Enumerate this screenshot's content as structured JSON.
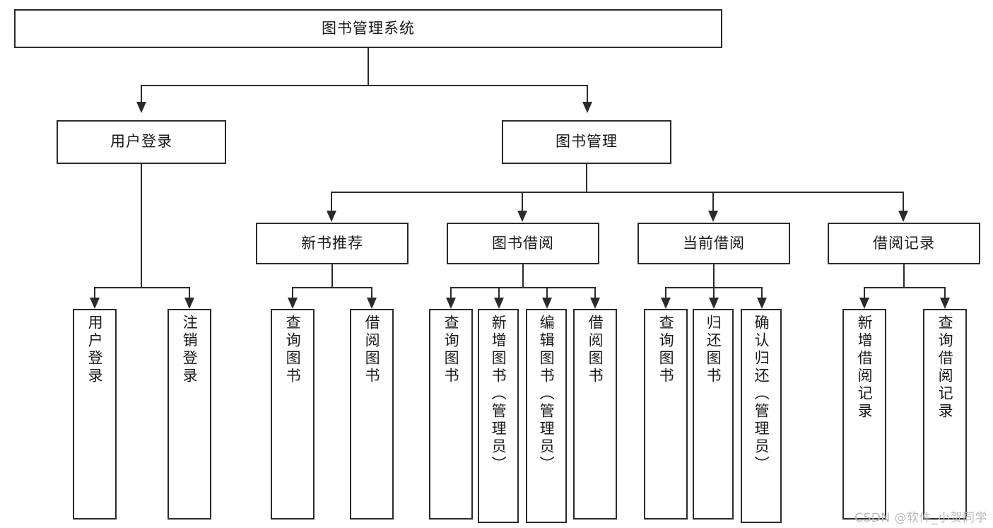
{
  "diagram": {
    "title": "图书管理系统",
    "type": "tree-hierarchy-chart",
    "watermark": "CSDN @软件_小贺同学",
    "root": {
      "label": "图书管理系统"
    },
    "level2": [
      {
        "label": "用户登录"
      },
      {
        "label": "图书管理"
      }
    ],
    "level3": [
      {
        "label": "新书推荐"
      },
      {
        "label": "图书借阅"
      },
      {
        "label": "当前借阅"
      },
      {
        "label": "借阅记录"
      }
    ],
    "leaves": {
      "user_login": [
        {
          "label": "用户登录"
        },
        {
          "label": "注销登录"
        }
      ],
      "new_book_recommend": [
        {
          "label": "查询图书"
        },
        {
          "label": "借阅图书"
        }
      ],
      "book_borrow": [
        {
          "label": "查询图书"
        },
        {
          "label": "新增图书（管理员）"
        },
        {
          "label": "编辑图书（管理员）"
        },
        {
          "label": "借阅图书"
        }
      ],
      "current_borrow": [
        {
          "label": "查询图书"
        },
        {
          "label": "归还图书"
        },
        {
          "label": "确认归还（管理员）"
        }
      ],
      "borrow_record": [
        {
          "label": "新增借阅记录"
        },
        {
          "label": "查询借阅记录"
        }
      ]
    },
    "colors": {
      "stroke": "#2b2b2b",
      "fill": "#ffffff",
      "text": "#1a1a1a",
      "watermark": "#b9b9b9"
    }
  }
}
